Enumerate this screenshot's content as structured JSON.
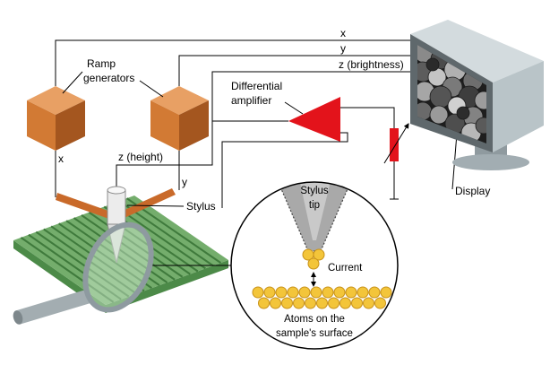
{
  "signals": {
    "x": "x",
    "y": "y",
    "z_brightness": "z (brightness)",
    "z_height": "z (height)"
  },
  "ramp_generators": {
    "label": [
      "Ramp",
      "generators"
    ],
    "left_output": "x",
    "right_output": "y"
  },
  "differential_amplifier": {
    "label": [
      "Differential",
      "amplifier"
    ]
  },
  "stylus": {
    "label": "Stylus"
  },
  "magnified_view": {
    "tip_label": [
      "Stylus",
      "tip"
    ],
    "current_label": "Current",
    "surface_label": [
      "Atoms on the",
      "sample's surface"
    ]
  },
  "display": {
    "label": "Display"
  },
  "colors": {
    "cube_top": "#e8a064",
    "cube_left": "#d27a34",
    "cube_right": "#a4561f",
    "amplifier": "#e3131b",
    "resistor": "#e3131b",
    "sample_top": "#74ad6c",
    "sample_side": "#4c8a48",
    "sample_ridge": "#3f7a3c",
    "piezo_arm": "#c96a2a",
    "atom": "#f3c53a",
    "atom_outline": "#c8921a",
    "display_body": "#b9c4c8",
    "display_frame": "#5f686c"
  }
}
